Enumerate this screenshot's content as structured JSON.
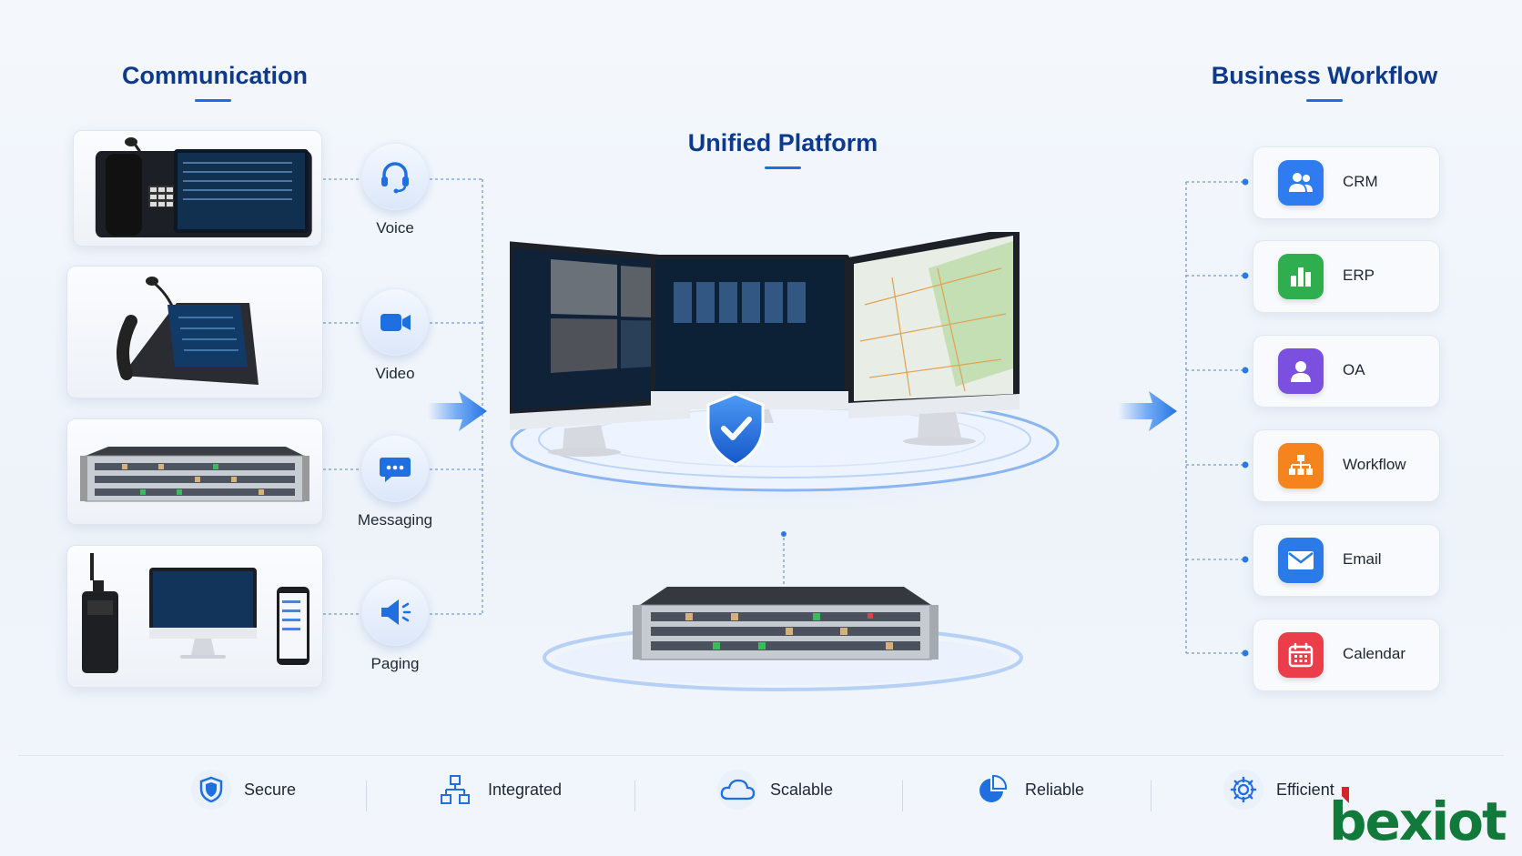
{
  "titles": {
    "communication": "Communication",
    "business_workflow": "Business Workflow",
    "unified_platform": "Unified Platform"
  },
  "communication_channels": [
    {
      "label": "Voice",
      "icon": "headset-icon"
    },
    {
      "label": "Video",
      "icon": "video-camera-icon"
    },
    {
      "label": "Messaging",
      "icon": "chat-bubble-icon"
    },
    {
      "label": "Paging",
      "icon": "megaphone-icon"
    }
  ],
  "business_apps": [
    {
      "label": "CRM",
      "icon": "users-icon",
      "color": "#2f7cf0"
    },
    {
      "label": "ERP",
      "icon": "bar-chart-icon",
      "color": "#2fae4f"
    },
    {
      "label": "OA",
      "icon": "user-icon",
      "color": "#7b4fe0"
    },
    {
      "label": "Workflow",
      "icon": "org-chart-icon",
      "color": "#f5841f"
    },
    {
      "label": "Email",
      "icon": "envelope-icon",
      "color": "#2a7ae8"
    },
    {
      "label": "Calendar",
      "icon": "calendar-icon",
      "color": "#ea3f4a"
    }
  ],
  "features": [
    {
      "label": "Secure",
      "icon": "shield-icon"
    },
    {
      "label": "Integrated",
      "icon": "network-icon"
    },
    {
      "label": "Scalable",
      "icon": "cloud-icon"
    },
    {
      "label": "Reliable",
      "icon": "pie-chart-icon"
    },
    {
      "label": "Efficient",
      "icon": "gear-icon"
    }
  ],
  "logo": {
    "text": "bexiot"
  },
  "colors": {
    "title": "#0d3a8c",
    "accent": "#1c6fe0",
    "connector": "#5b8fd6"
  }
}
